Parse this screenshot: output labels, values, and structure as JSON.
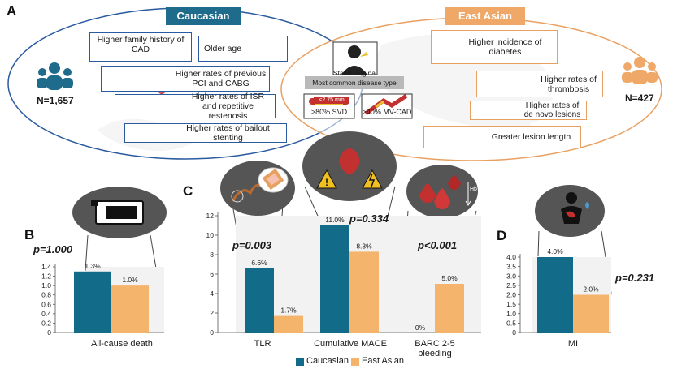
{
  "panels": {
    "a": "A",
    "b": "B",
    "c": "C",
    "d": "D"
  },
  "groups": {
    "caucasian": {
      "name": "Caucasian",
      "n": "N=1,657",
      "color": "#1f6b8c"
    },
    "east_asian": {
      "name": "East Asian",
      "n": "N=427",
      "color": "#f0a868"
    }
  },
  "caucasian_features": [
    "Higher family history of CAD",
    "Older age",
    "Higher rates of previous PCI and CABG",
    "Higher rates of ISR and repetitive restenosis",
    "Higher rates of bailout stenting"
  ],
  "east_asian_features": [
    "Higher incidence of diabetes",
    "Higher rates of thrombosis",
    "Higher rates of de novo lesions",
    "Greater lesion length"
  ],
  "center": {
    "title_line1": "Stable angina",
    "title_line2": "Most common disease type",
    "left_tag": "<2.75 mm",
    "left_label": ">80% SVD",
    "right_label": ">40% MV-CAD"
  },
  "legend": [
    {
      "name": "Caucasian",
      "color": "#136b8a"
    },
    {
      "name": "East Asian",
      "color": "#f4b46c"
    }
  ],
  "chart_data": [
    {
      "panel": "B",
      "type": "bar",
      "categories": [
        "All-cause death"
      ],
      "series": [
        {
          "name": "Caucasian",
          "values": [
            1.3
          ],
          "labels": [
            "1.3%"
          ]
        },
        {
          "name": "East Asian",
          "values": [
            1.0
          ],
          "labels": [
            "1.0%"
          ]
        }
      ],
      "ylim": [
        0,
        1.4
      ],
      "yticks": [
        "0",
        "0.2",
        "0.4",
        "0.6",
        "0.8",
        "1.0",
        "1.2",
        "1.4"
      ],
      "pvalue": "p=1.000"
    },
    {
      "panel": "C",
      "type": "bar",
      "categories": [
        "TLR",
        "Cumulative MACE",
        "BARC 2-5 bleeding"
      ],
      "series": [
        {
          "name": "Caucasian",
          "values": [
            6.6,
            11.0,
            0
          ],
          "labels": [
            "6.6%",
            "11.0%",
            "0%"
          ]
        },
        {
          "name": "East Asian",
          "values": [
            1.7,
            8.3,
            5.0
          ],
          "labels": [
            "1.7%",
            "8.3%",
            "5.0%"
          ]
        }
      ],
      "ylim": [
        0,
        12
      ],
      "yticks": [
        "0",
        "2",
        "4",
        "6",
        "8",
        "10",
        "12"
      ],
      "pvalues": [
        "p=0.003",
        "p=0.334",
        "p<0.001"
      ]
    },
    {
      "panel": "D",
      "type": "bar",
      "categories": [
        "MI"
      ],
      "series": [
        {
          "name": "Caucasian",
          "values": [
            4.0
          ],
          "labels": [
            "4.0%"
          ]
        },
        {
          "name": "East Asian",
          "values": [
            2.0
          ],
          "labels": [
            "2.0%"
          ]
        }
      ],
      "ylim": [
        0,
        4.0
      ],
      "yticks": [
        "0",
        "0.5",
        "1.0",
        "1.5",
        "2.0",
        "2.5",
        "3.0",
        "3.5",
        "4.0"
      ],
      "pvalue": "p=0.231"
    }
  ],
  "icons": {
    "hb": "Hb"
  }
}
